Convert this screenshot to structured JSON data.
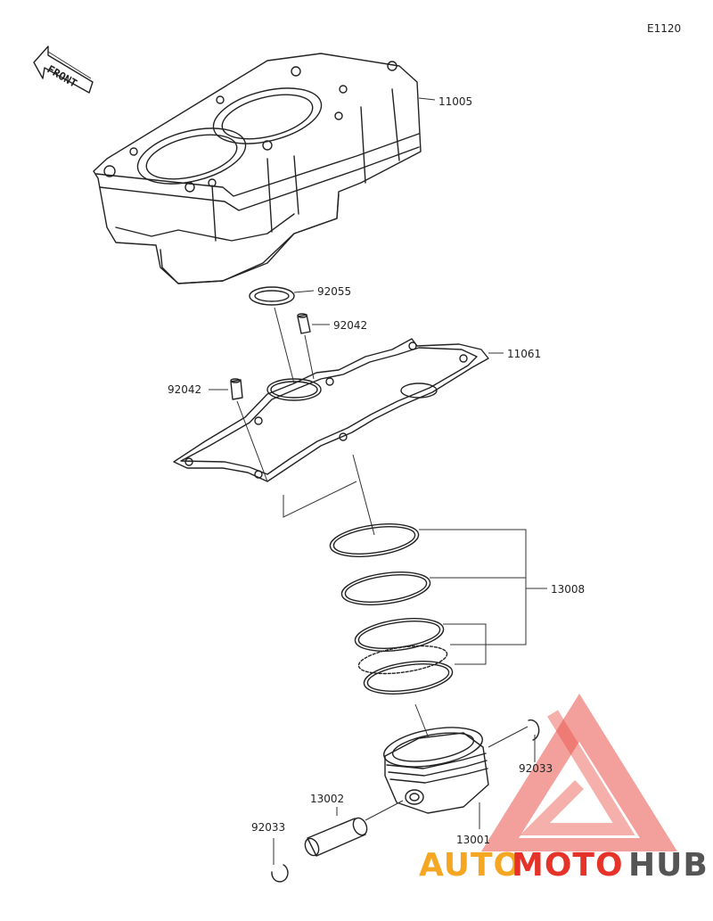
{
  "diagram_code": "E1120",
  "front_label": "FRONT",
  "colors": {
    "line": "#222222",
    "watermark_red": "#e63329",
    "watermark_orange": "#f5a623",
    "watermark_grey": "#555555"
  },
  "parts": {
    "cylinder": "11005",
    "o_ring": "92055",
    "dowel_pin_right": "92042",
    "dowel_pin_left": "92042",
    "gasket": "11061",
    "piston_ring_set": "13008",
    "circlip_right": "92033",
    "piston_pin": "13002",
    "circlip_left": "92033",
    "piston": "13001"
  },
  "watermark": {
    "part1": "AUTO",
    "part2": "MOTO",
    "part3": "HUB"
  }
}
